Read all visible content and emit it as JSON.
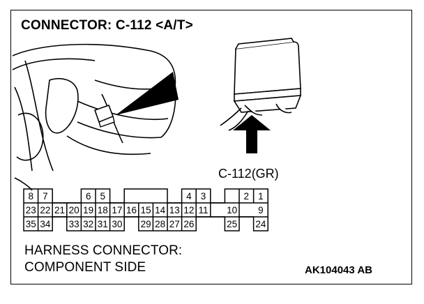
{
  "title": "CONNECTOR: C-112 <A/T>",
  "connector_label": "C-112(GR)",
  "harness_line1": "HARNESS CONNECTOR:",
  "harness_line2": "COMPONENT SIDE",
  "figure_code": "AK104043 AB",
  "pins": {
    "row1": [
      "8",
      "7",
      "",
      "",
      "6",
      "5",
      "",
      "",
      "",
      "",
      "",
      "",
      "3",
      "",
      "",
      "2",
      "1"
    ],
    "row2": [
      "23",
      "22",
      "21",
      "20",
      "19",
      "18",
      "17",
      "16",
      "15",
      "14",
      "13",
      "12",
      "11",
      "",
      "10",
      "",
      "9"
    ],
    "row3": [
      "35",
      "34",
      "",
      "33",
      "32",
      "31",
      "30",
      "",
      "29",
      "28",
      "27",
      "26",
      "",
      "",
      "25",
      "",
      "24"
    ],
    "row1_extra": {
      "pin4": "4"
    }
  },
  "colors": {
    "line": "#000000",
    "background": "#ffffff"
  }
}
